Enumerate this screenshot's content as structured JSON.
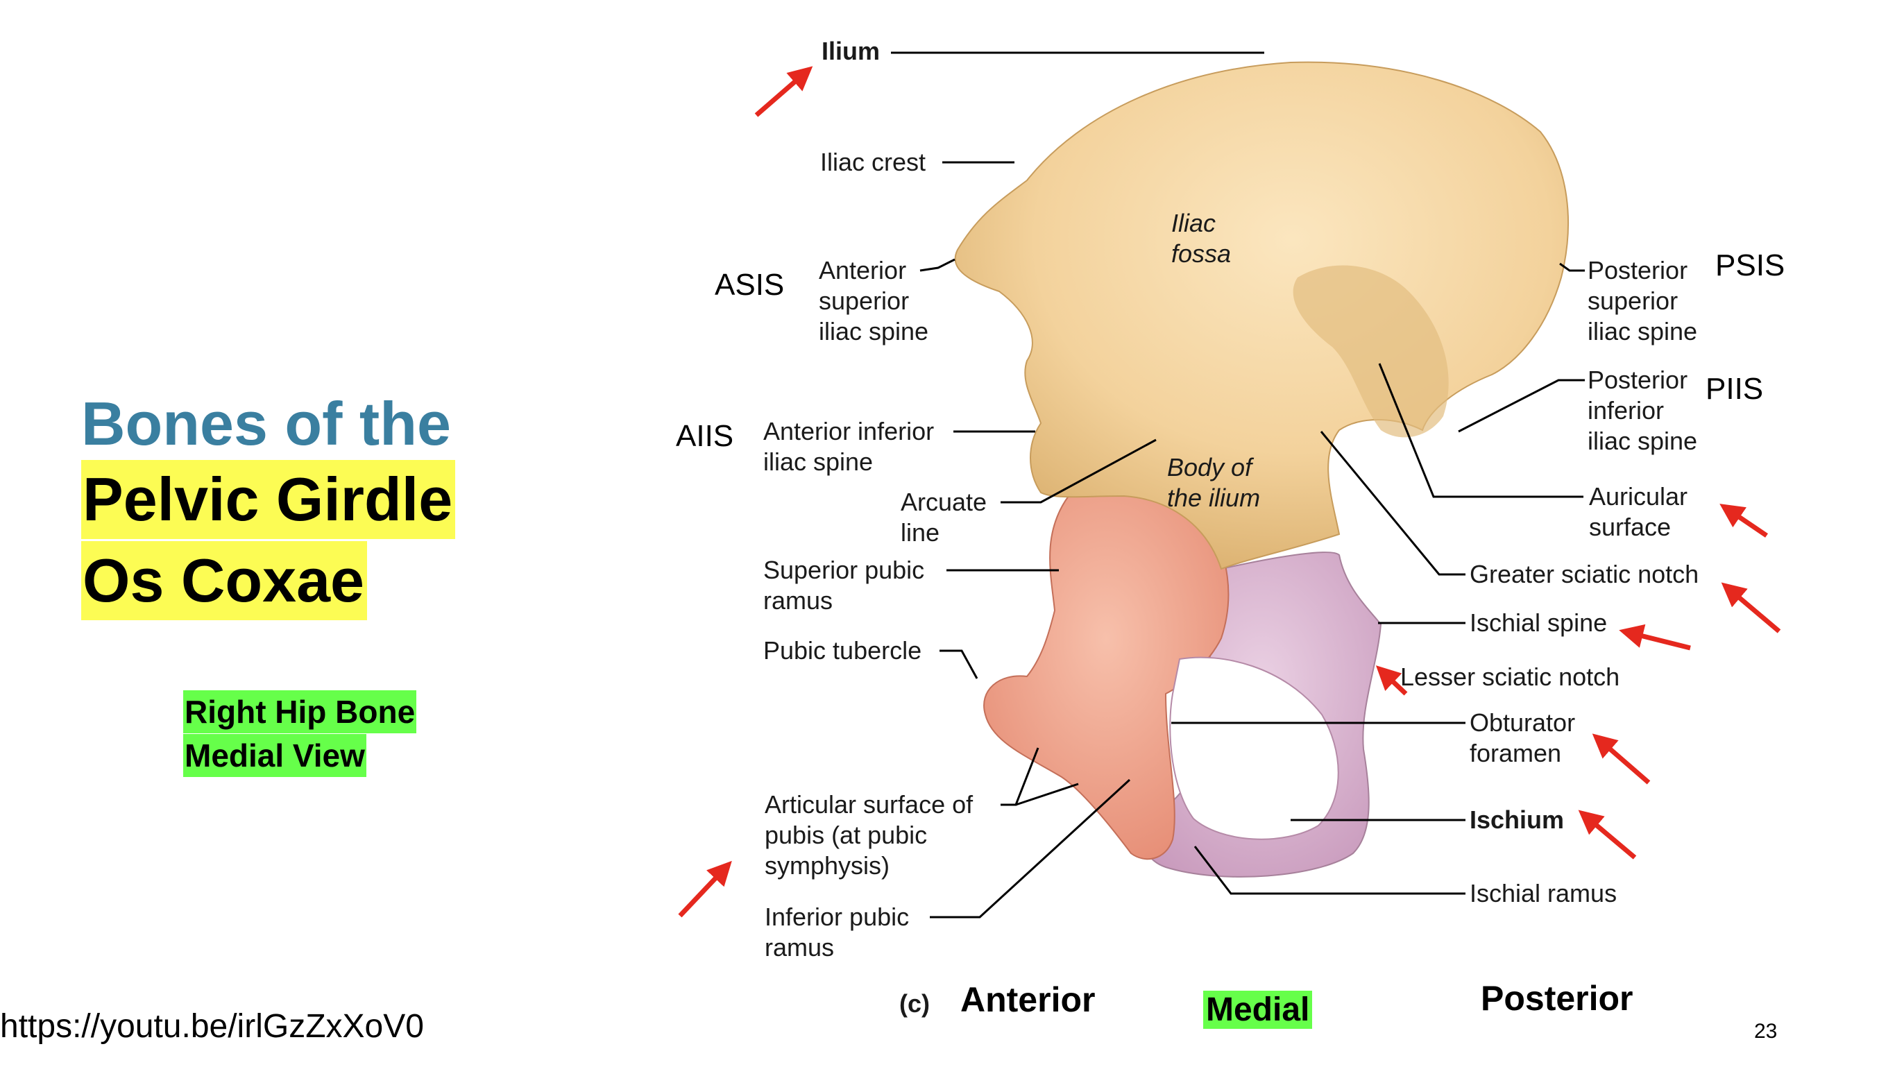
{
  "slide": {
    "title_line1": "Bones of the",
    "title_line2": "Pelvic Girdle",
    "title_line3": "Os Coxae",
    "subtitle_line1": "Right Hip Bone",
    "subtitle_line2": "Medial View",
    "source_url": "https://youtu.be/irlGzZxXoV0",
    "page_number": "23"
  },
  "diagram": {
    "panel_letter": "(c)",
    "directions": {
      "anterior": "Anterior",
      "medial": "Medial",
      "posterior": "Posterior"
    },
    "abbreviations": {
      "asis": "ASIS",
      "aiis": "AIIS",
      "psis": "PSIS",
      "piis": "PIIS"
    },
    "labels": {
      "ilium": "Ilium",
      "iliac_crest": "Iliac crest",
      "asis": [
        "Anterior",
        "superior",
        "iliac spine"
      ],
      "aiis": [
        "Anterior inferior",
        "iliac spine"
      ],
      "arcuate_line": [
        "Arcuate",
        "line"
      ],
      "superior_pubic_ramus": [
        "Superior pubic",
        "ramus"
      ],
      "pubic_tubercle": "Pubic tubercle",
      "articular_surface": [
        "Articular surface of",
        "pubis (at pubic",
        "symphysis)"
      ],
      "inferior_pubic_ramus": [
        "Inferior pubic",
        "ramus"
      ],
      "iliac_fossa": [
        "Iliac",
        "fossa"
      ],
      "body_of_ilium": [
        "Body of",
        "the ilium"
      ],
      "psis": [
        "Posterior",
        "superior",
        "iliac spine"
      ],
      "piis": [
        "Posterior",
        "inferior",
        "iliac spine"
      ],
      "auricular_surface": [
        "Auricular",
        "surface"
      ],
      "greater_sciatic_notch": "Greater sciatic notch",
      "ischial_spine": "Ischial spine",
      "lesser_sciatic_notch": "Lesser sciatic notch",
      "obturator_foramen": [
        "Obturator",
        "foramen"
      ],
      "ischium": "Ischium",
      "ischial_ramus": "Ischial ramus"
    },
    "colors": {
      "ilium": "#f3d29c",
      "pubis": "#ef9b86",
      "ischium": "#d8b2cf",
      "arrow": "#e5281e",
      "leader": "#000000"
    }
  }
}
